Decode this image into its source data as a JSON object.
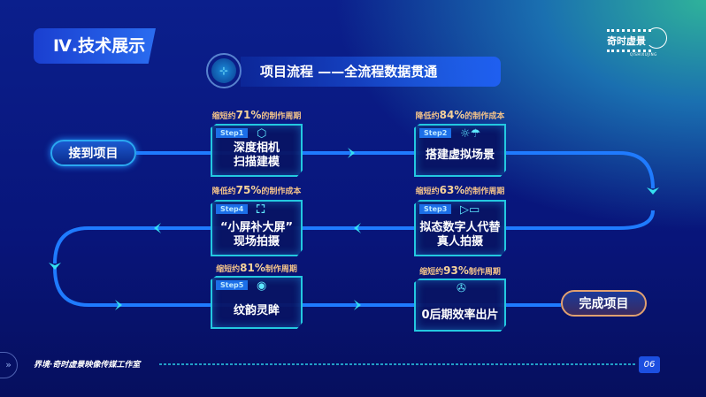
{
  "section_title": "Ⅳ.技术展示",
  "header": {
    "title": "项目流程 ——全流程数据贯通",
    "icon": "flow-diagram-icon"
  },
  "logo": {
    "name": "奇时虚景",
    "sub": "QISHIXUJING"
  },
  "start_label": "接到项目",
  "end_label": "完成项目",
  "steps": [
    {
      "tag": "Step1",
      "line1": "深度相机",
      "line2": "扫描建模",
      "note_pre": "缩短约",
      "note_pct": "71%",
      "note_post": "的制作周期",
      "icon": "cube-scan-icon"
    },
    {
      "tag": "Step2",
      "line1": "搭建虚拟场景",
      "line2": "",
      "note_pre": "降低约",
      "note_pct": "84%",
      "note_post": "的制作成本",
      "icon": "sun-umbrella-icon"
    },
    {
      "tag": "Step3",
      "line1": "拟态数字人代替",
      "line2": "真人拍摄",
      "note_pre": "缩短约",
      "note_pct": "63%",
      "note_post": "的制作周期",
      "icon": "video-camera-icon"
    },
    {
      "tag": "Step4",
      "line1": "“小屏补大屏”",
      "line2": "现场拍摄",
      "note_pre": "降低约",
      "note_pct": "75%",
      "note_post": "的制作成本",
      "icon": "screen-frame-icon"
    },
    {
      "tag": "Step5",
      "line1": "纹韵灵眸",
      "line2": "",
      "note_pre": "缩短约",
      "note_pct": "81%",
      "note_post": "制作周期",
      "icon": "lens-icon"
    },
    {
      "tag": "",
      "line1": "0后期效率出片",
      "line2": "",
      "note_pre": "缩短约",
      "note_pct": "93%",
      "note_post": "制作周期",
      "icon": "film-reel-icon"
    }
  ],
  "footer": {
    "text": "界境·奇时虚景映像传媒工作室",
    "page": "06"
  },
  "colors": {
    "accent": "#23c8e0",
    "line": "#1f7bff",
    "note": "#f2c28a"
  }
}
